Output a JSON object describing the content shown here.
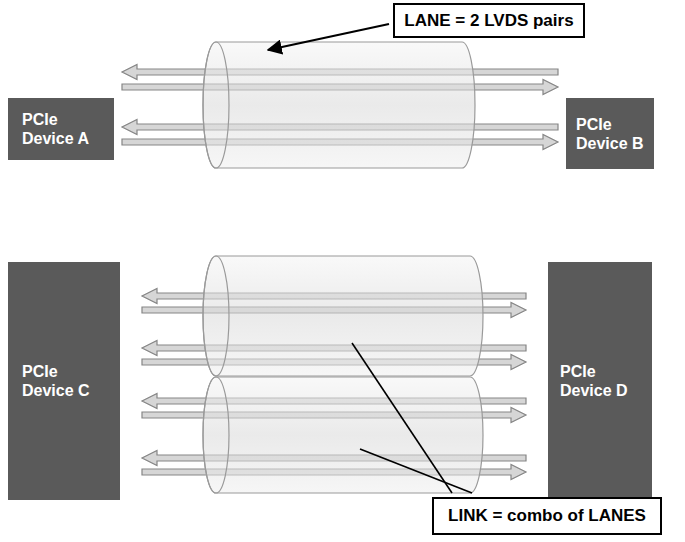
{
  "diagram": {
    "nodes": [
      {
        "text": [
          "LANE = 2 LVDS pairs"
        ]
      },
      {
        "text": [
          "PCIe Device A"
        ]
      },
      {
        "text": [
          "PCIe Device B"
        ]
      },
      {
        "text": [
          "PCIe Device C"
        ]
      },
      {
        "text": [
          "PCIe Device D"
        ]
      },
      {
        "text": [
          "LINK = combo of LANES"
        ]
      }
    ],
    "edges": [
      {
        "from": 2,
        "to": 1,
        "arrow": "to"
      },
      {
        "from": 1,
        "to": 2,
        "arrow": "to"
      },
      {
        "from": 2,
        "to": 1,
        "arrow": "to"
      },
      {
        "from": 1,
        "to": 2,
        "arrow": "to"
      },
      {
        "from": 4,
        "to": 3,
        "arrow": "to"
      },
      {
        "from": 3,
        "to": 4,
        "arrow": "to"
      },
      {
        "from": 4,
        "to": 3,
        "arrow": "to"
      },
      {
        "from": 3,
        "to": 4,
        "arrow": "to"
      },
      {
        "from": 4,
        "to": 3,
        "arrow": "to"
      },
      {
        "from": 3,
        "to": 4,
        "arrow": "to"
      },
      {
        "from": 4,
        "to": 3,
        "arrow": "to"
      },
      {
        "from": 3,
        "to": 4,
        "arrow": "to"
      }
    ]
  }
}
